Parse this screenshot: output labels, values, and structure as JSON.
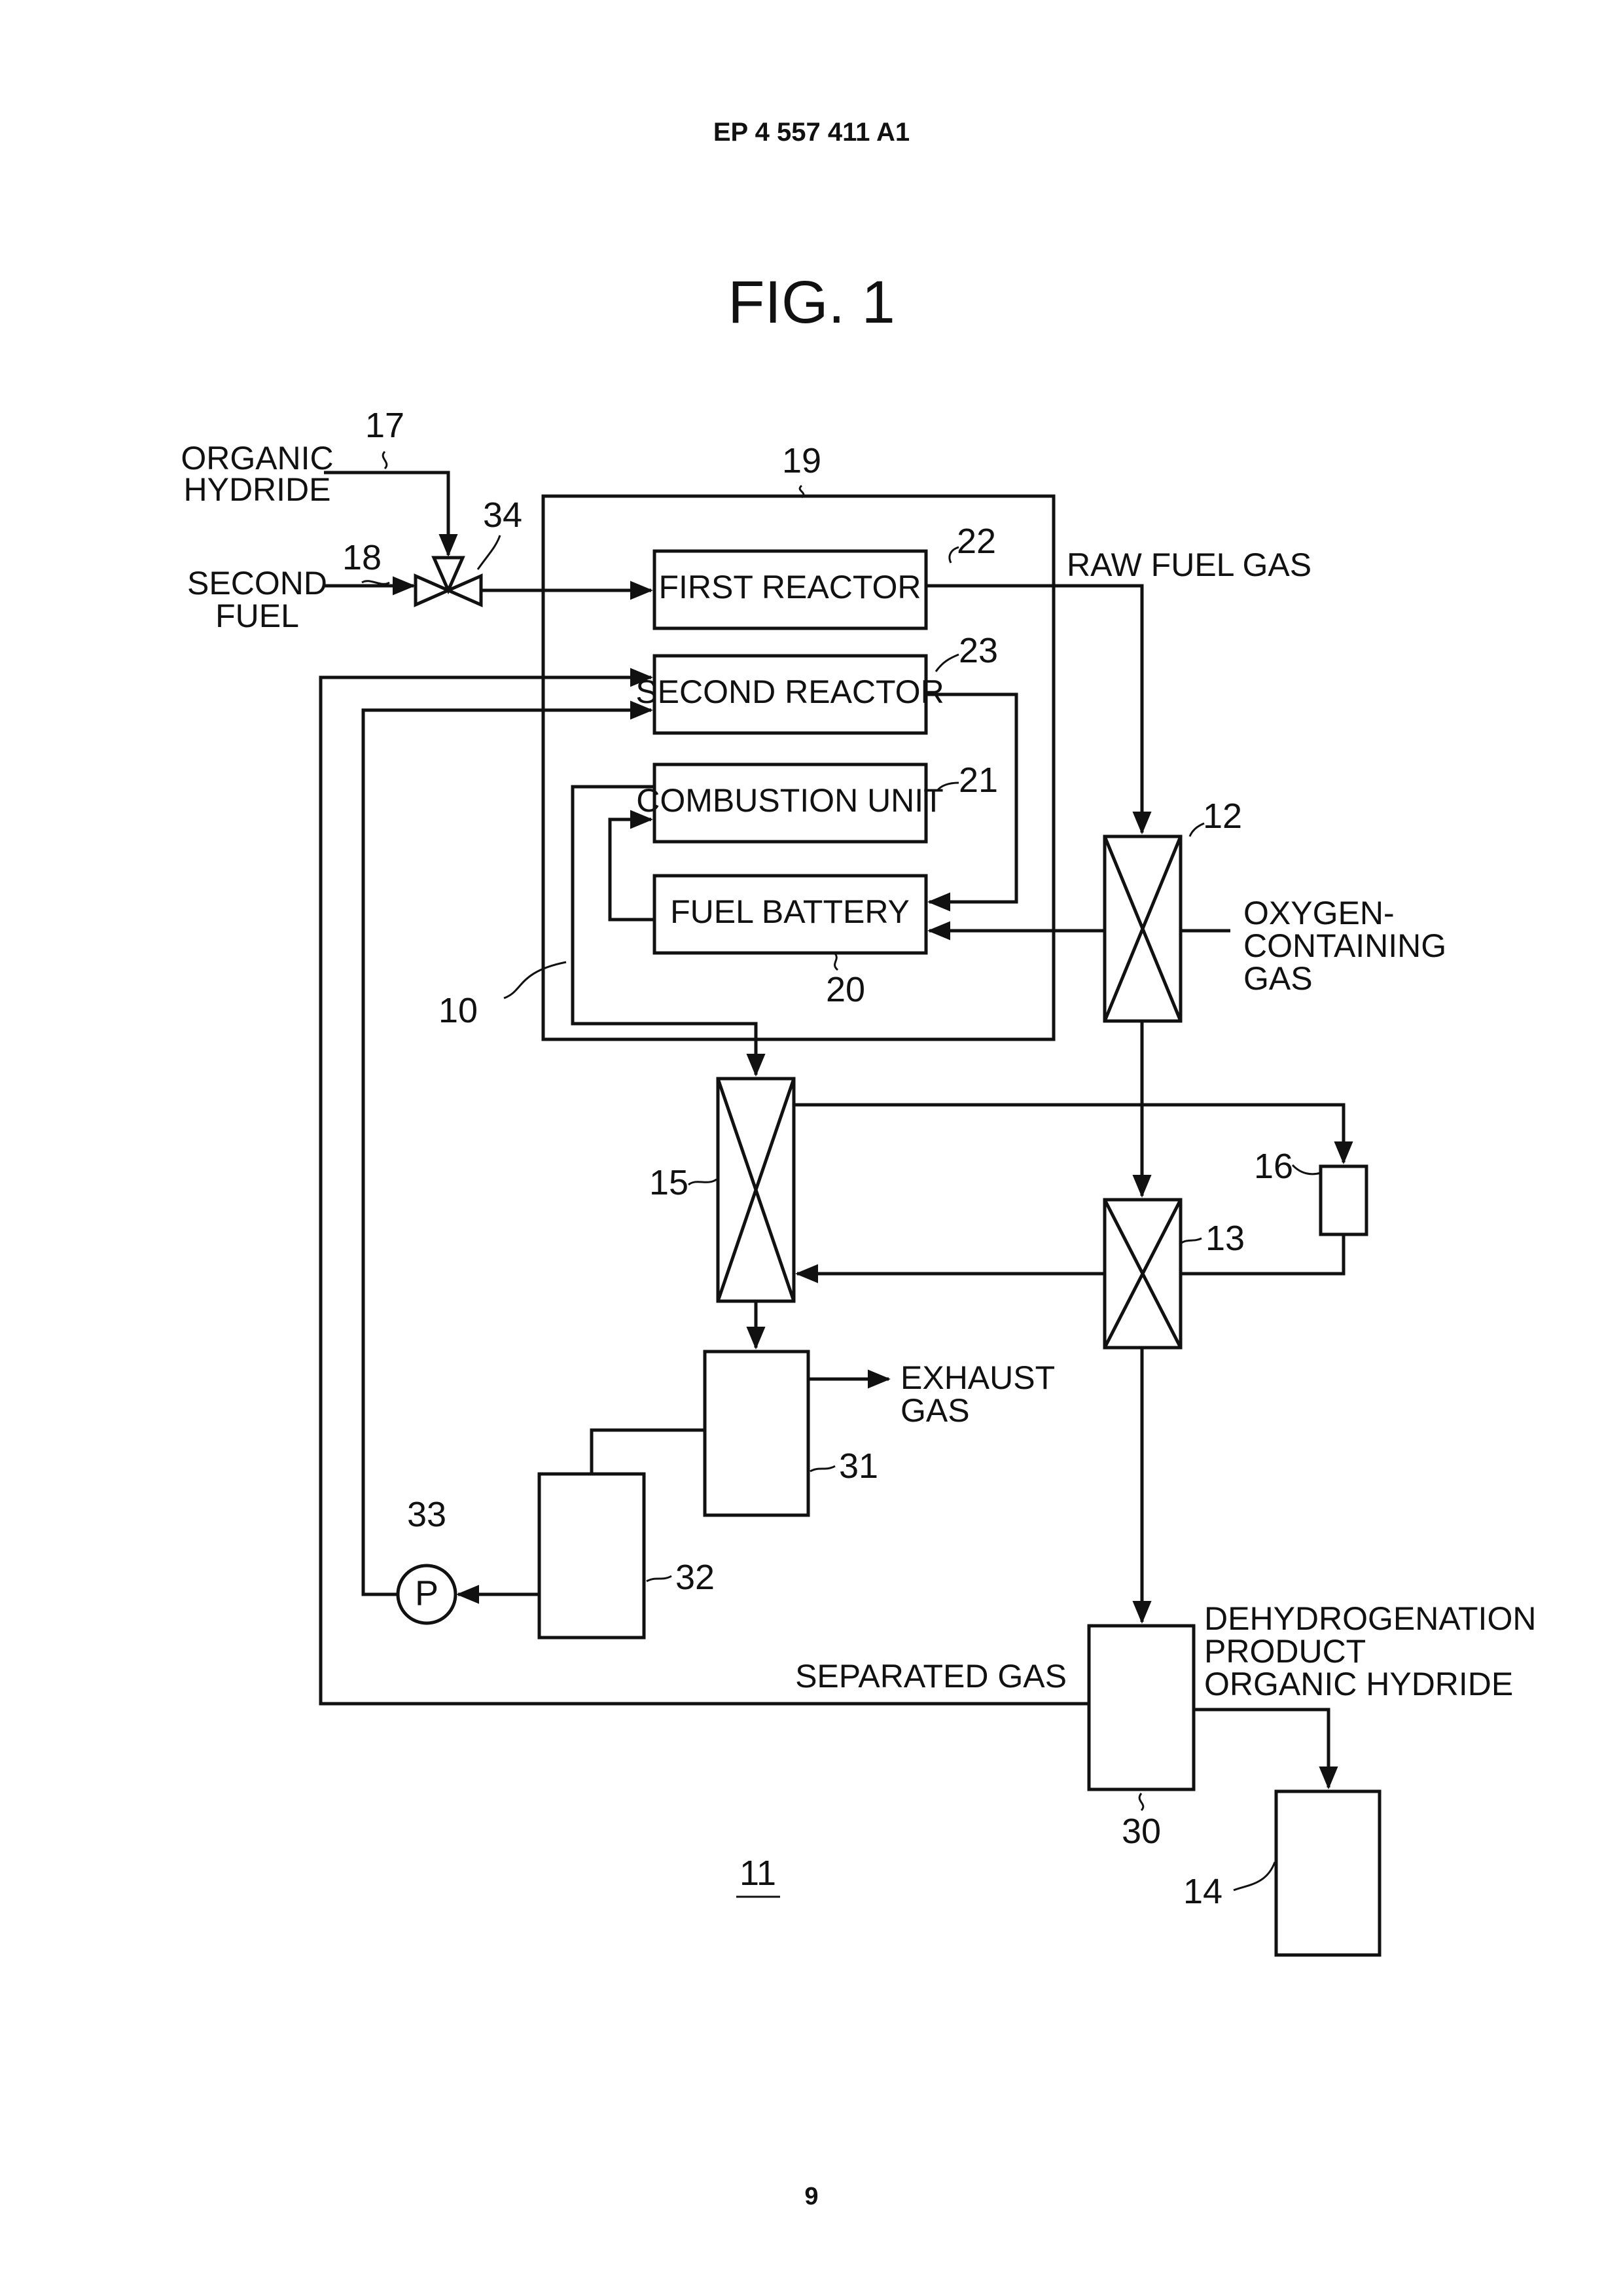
{
  "header": {
    "publication": "EP 4 557 411 A1"
  },
  "figure": {
    "title": "FIG. 1"
  },
  "footer": {
    "page_number": "9"
  },
  "labels": {
    "organic_hydride_in_1": "ORGANIC",
    "organic_hydride_in_2": "HYDRIDE",
    "second_fuel_1": "SECOND",
    "second_fuel_2": "FUEL",
    "raw_fuel_gas": "RAW FUEL GAS",
    "oxygen_1": "OXYGEN-",
    "oxygen_2": "CONTAINING",
    "oxygen_3": "GAS",
    "exhaust_1": "EXHAUST",
    "exhaust_2": "GAS",
    "separated_gas": "SEPARATED GAS",
    "products_1": "DEHYDROGENATION",
    "products_2": "PRODUCT",
    "products_3": "ORGANIC HYDRIDE"
  },
  "components": {
    "first_reactor": "FIRST REACTOR",
    "second_reactor": "SECOND REACTOR",
    "combustion_unit": "COMBUSTION UNIT",
    "fuel_battery": "FUEL BATTERY",
    "pump_symbol": "P"
  },
  "refs": {
    "r17": "17",
    "r18": "18",
    "r34": "34",
    "r19": "19",
    "r22": "22",
    "r23": "23",
    "r21": "21",
    "r12": "12",
    "r20": "20",
    "r10": "10",
    "r15": "15",
    "r16": "16",
    "r13": "13",
    "r31": "31",
    "r33": "33",
    "r32": "32",
    "r30": "30",
    "r14": "14",
    "r11": "11"
  }
}
